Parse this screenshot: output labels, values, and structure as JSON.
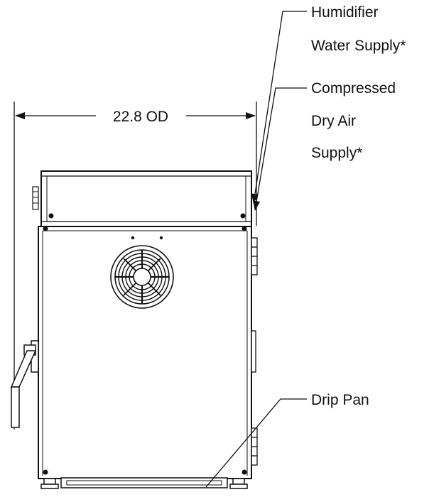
{
  "dimension": {
    "label": "22.8 OD"
  },
  "callouts": {
    "humidifier": {
      "line1": "Humidifier",
      "line2": "Water Supply*"
    },
    "compressed_air": {
      "line1": "Compressed",
      "line2": "Dry Air",
      "line3": "Supply*"
    },
    "drip_pan": {
      "label": "Drip Pan"
    }
  },
  "colors": {
    "line": "#111111",
    "fill": "#ffffff",
    "knob": "#e6e6e6"
  }
}
